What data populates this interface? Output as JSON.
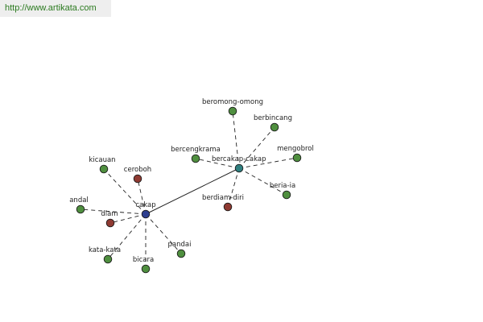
{
  "site_url": "http://www.artikata.com",
  "colors": {
    "hub": "#2e3f8f",
    "related": "#4f8f3f",
    "antonym": "#8f3a32",
    "hub_secondary": "#2f7f7f",
    "edge": "#222222",
    "url_text": "#2b7a1f",
    "banner_bg": "#eeeeee"
  },
  "graph": {
    "nodes": [
      {
        "id": "cakap",
        "label": "cakap",
        "kind": "hub"
      },
      {
        "id": "bercakap-cakap",
        "label": "bercakap-cakap",
        "kind": "hub_secondary"
      },
      {
        "id": "kicauan",
        "label": "kicauan",
        "kind": "related"
      },
      {
        "id": "ceroboh",
        "label": "ceroboh",
        "kind": "antonym"
      },
      {
        "id": "andal",
        "label": "andal",
        "kind": "related"
      },
      {
        "id": "diam",
        "label": "diam",
        "kind": "antonym"
      },
      {
        "id": "kata-kata",
        "label": "kata-kata",
        "kind": "related"
      },
      {
        "id": "bicara",
        "label": "bicara",
        "kind": "related"
      },
      {
        "id": "pandai",
        "label": "pandai",
        "kind": "related"
      },
      {
        "id": "beromong-omong",
        "label": "beromong-omong",
        "kind": "related"
      },
      {
        "id": "berbincang",
        "label": "berbincang",
        "kind": "related"
      },
      {
        "id": "bercengkrama",
        "label": "bercengkrama",
        "kind": "related"
      },
      {
        "id": "mengobrol",
        "label": "mengobrol",
        "kind": "related"
      },
      {
        "id": "beria-ia",
        "label": "beria-ia",
        "kind": "related"
      },
      {
        "id": "berdiam-diri",
        "label": "berdiam-diri",
        "kind": "antonym"
      }
    ],
    "edges": [
      {
        "from": "cakap",
        "to": "bercakap-cakap",
        "style": "solid"
      },
      {
        "from": "cakap",
        "to": "kicauan",
        "style": "dashed"
      },
      {
        "from": "cakap",
        "to": "ceroboh",
        "style": "dashed"
      },
      {
        "from": "cakap",
        "to": "andal",
        "style": "dashed"
      },
      {
        "from": "cakap",
        "to": "diam",
        "style": "dashed"
      },
      {
        "from": "cakap",
        "to": "kata-kata",
        "style": "dashed"
      },
      {
        "from": "cakap",
        "to": "bicara",
        "style": "dashed"
      },
      {
        "from": "cakap",
        "to": "pandai",
        "style": "dashed"
      },
      {
        "from": "bercakap-cakap",
        "to": "beromong-omong",
        "style": "dashed"
      },
      {
        "from": "bercakap-cakap",
        "to": "berbincang",
        "style": "dashed"
      },
      {
        "from": "bercakap-cakap",
        "to": "bercengkrama",
        "style": "dashed"
      },
      {
        "from": "bercakap-cakap",
        "to": "mengobrol",
        "style": "dashed"
      },
      {
        "from": "bercakap-cakap",
        "to": "beria-ia",
        "style": "dashed"
      },
      {
        "from": "bercakap-cakap",
        "to": "berdiam-diri",
        "style": "dashed"
      }
    ]
  }
}
